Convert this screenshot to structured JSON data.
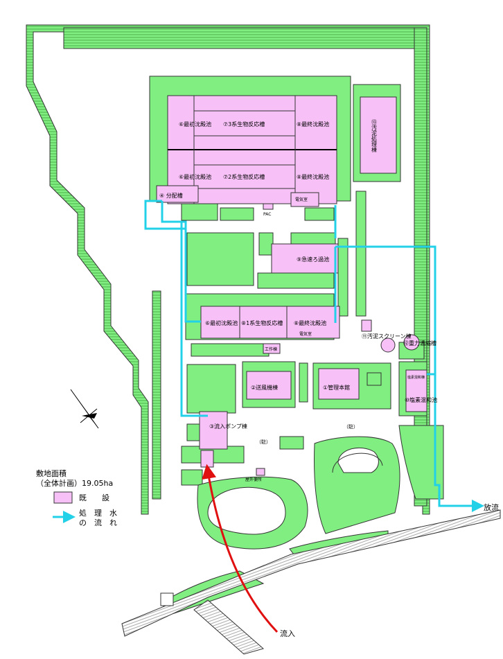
{
  "legend": {
    "site_area_title": "敷地面積",
    "site_area_value": "（全体計画）19.05ha",
    "existing_label": "既　　設",
    "flow_label_line1": "処　理　水",
    "flow_label_line2": "の　流　れ"
  },
  "flow_labels": {
    "inflow": "流入",
    "outflow": "放流"
  },
  "facilities": {
    "f6a": "⑥最初沈殿池",
    "f7a": "⑦3系生物反応槽",
    "f8a": "⑧最終沈殿池",
    "f6b": "⑥最初沈殿池",
    "f7b": "⑦2系生物反応槽",
    "f8b": "⑧最終沈殿池",
    "f4": "④ 分配槽",
    "elec": "電気室",
    "pac": "PAC",
    "f9": "⑨急速ろ過池",
    "f6c": "⑥最初沈殿池",
    "f7c": "⑧1系生物反応槽",
    "f8c": "⑧最終沈殿池",
    "elec2": "電気室",
    "workshop": "工作棟",
    "f2": "②送風機棟",
    "f1": "①管理本館",
    "f3": "③流入ポンプ棟",
    "f11": "⑪汚泥スクリーン棟",
    "f12": "⑫重力濃縮槽",
    "f13": "⑬汚泥処理棟",
    "f10_small": "塩素混和棟",
    "f10": "⑩塩素混和池",
    "parking1": "（駐）",
    "parking2": "（駐）",
    "toilet": "屋外便所"
  },
  "colors": {
    "green": "#80ee80",
    "pink": "#f7c1f7",
    "flow": "#22d0e8",
    "inflow": "#e01010"
  }
}
